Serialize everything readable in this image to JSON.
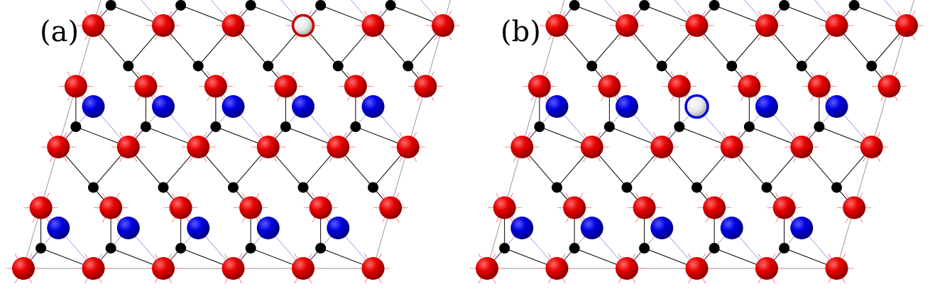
{
  "panels": [
    {
      "label": "(a)",
      "vacancy_site": "red"
    },
    {
      "label": "(b)",
      "vacancy_site": "blue"
    }
  ],
  "colors": {
    "red_atom": "#e00000",
    "blue_atom": "#0000dd",
    "black_atom": "#000000",
    "vacancy_atom": "#e8e8e8",
    "cell_outline": "#9a9a9a",
    "bond": "#000000"
  },
  "lattice": {
    "rows": 4,
    "columns": 5,
    "shape": "rhombus"
  }
}
